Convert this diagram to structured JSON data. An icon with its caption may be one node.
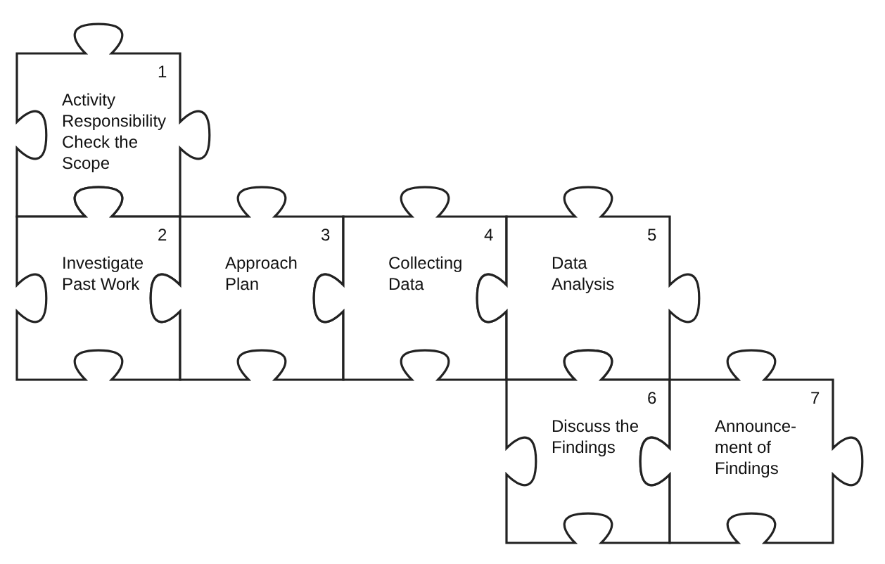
{
  "diagram": {
    "nodes": [
      {
        "text": [
          "1",
          "Activity Responsibility Check the Scope"
        ]
      },
      {
        "text": [
          "2",
          "Investigate Past Work"
        ]
      },
      {
        "text": [
          "3",
          "Approach Plan"
        ]
      },
      {
        "text": [
          "4",
          "Collecting Data"
        ]
      },
      {
        "text": [
          "5",
          "Data Analysis"
        ]
      },
      {
        "text": [
          "6",
          "Discuss the Findings"
        ]
      },
      {
        "text": [
          "7",
          "Announce-ment of Findings"
        ]
      }
    ]
  }
}
